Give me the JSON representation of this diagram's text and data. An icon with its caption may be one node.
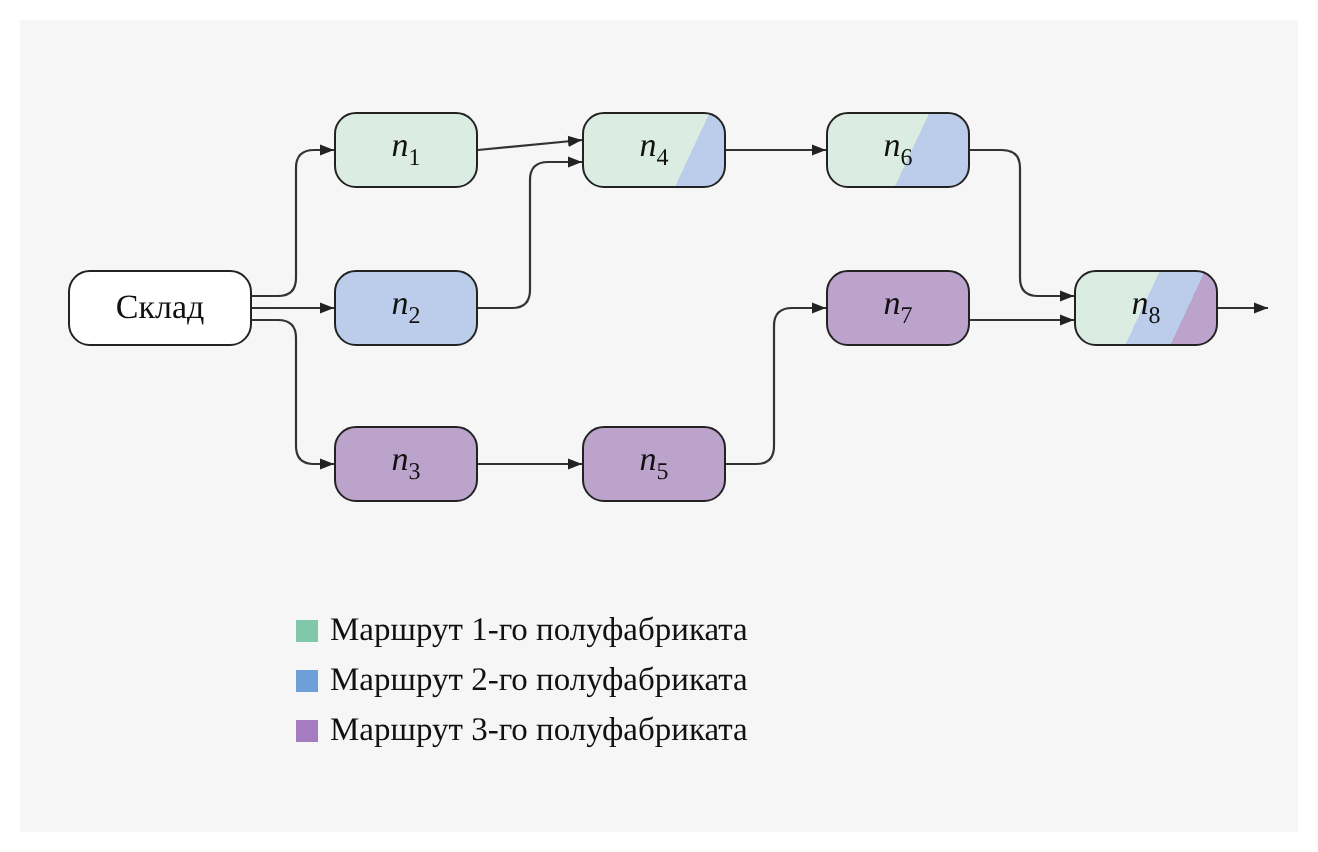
{
  "diagram": {
    "nodes": [
      {
        "text": [
          "Склад"
        ]
      },
      {
        "text": [
          "*n*$_{1}$"
        ]
      },
      {
        "text": [
          "*n*$_{2}$"
        ]
      },
      {
        "text": [
          "*n*$_{3}$"
        ]
      },
      {
        "text": [
          "*n*$_{4}$"
        ]
      },
      {
        "text": [
          "*n*$_{5}$"
        ]
      },
      {
        "text": [
          "*n*$_{6}$"
        ]
      },
      {
        "text": [
          "*n*$_{7}$"
        ]
      },
      {
        "text": [
          "*n*$_{8}$"
        ]
      }
    ],
    "edges": [
      {
        "from": 0,
        "to": 1,
        "arrow": "to"
      },
      {
        "from": 0,
        "to": 2,
        "arrow": "to"
      },
      {
        "from": 0,
        "to": 3,
        "arrow": "to"
      },
      {
        "from": 1,
        "to": 4,
        "arrow": "to"
      },
      {
        "from": 2,
        "to": 4,
        "arrow": "to"
      },
      {
        "from": 3,
        "to": 5,
        "arrow": "to"
      },
      {
        "from": 4,
        "to": 6,
        "arrow": "to"
      },
      {
        "from": 5,
        "to": 7,
        "arrow": "to"
      },
      {
        "from": 6,
        "to": 8,
        "arrow": "to"
      },
      {
        "from": 7,
        "to": 8,
        "arrow": "to"
      },
      {
        "from": 8,
        "to": null,
        "arrow": "to"
      }
    ],
    "legend": [
      {
        "text": "Маршрут 1-го полуфабриката",
        "color": "#7fc8a9"
      },
      {
        "text": "Маршрут 2-го полуфабриката",
        "color": "#6f9fd8"
      },
      {
        "text": "Маршрут 3-го полуфабриката",
        "color": "#a57cbf"
      }
    ]
  }
}
